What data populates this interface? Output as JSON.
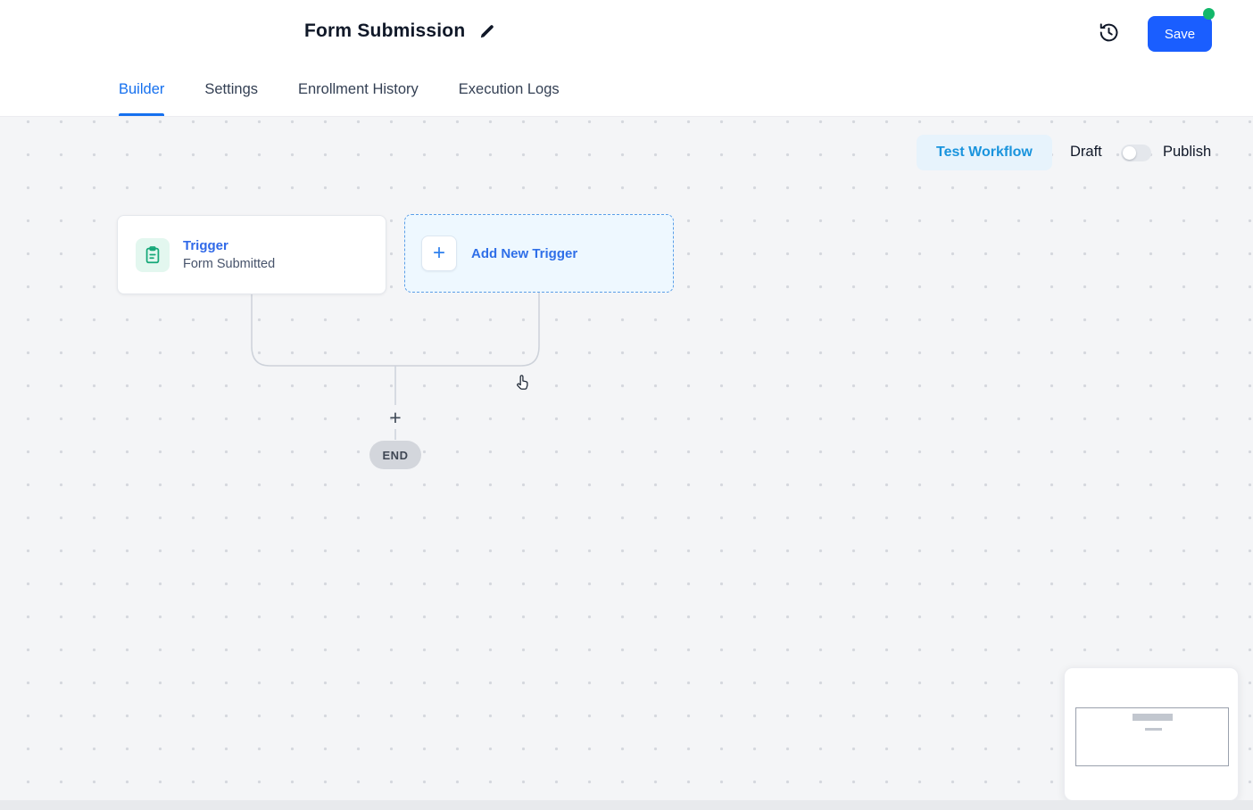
{
  "header": {
    "title": "Form Submission",
    "save_label": "Save"
  },
  "tabs": {
    "builder": "Builder",
    "settings": "Settings",
    "enrollment_history": "Enrollment History",
    "execution_logs": "Execution Logs"
  },
  "actions": {
    "test_workflow": "Test Workflow",
    "draft": "Draft",
    "publish": "Publish",
    "publish_toggle_state": "off"
  },
  "canvas": {
    "trigger": {
      "title": "Trigger",
      "subtitle": "Form Submitted"
    },
    "add_trigger_label": "Add New Trigger",
    "add_plus": "+",
    "branch_plus": "+",
    "end_label": "END"
  },
  "icons": {
    "edit": "pencil-icon",
    "history": "history-clock-icon",
    "trigger": "clipboard-icon",
    "cursor": "hand-pointer-icon"
  },
  "colors": {
    "save_button": "#1A5EFF",
    "unsaved_dot": "#12B76A",
    "tab_active": "#1570EF",
    "test_workflow_text": "#1A94DD",
    "test_workflow_bg": "#E7F3FC",
    "trigger_icon_green": "#16A879",
    "trigger_icon_bg": "#E3F7EF",
    "add_trigger_border": "#5B9FE8",
    "add_trigger_bg": "#EEF8FF",
    "connector": "#CDD2DA",
    "canvas_bg": "#F4F5F7"
  }
}
